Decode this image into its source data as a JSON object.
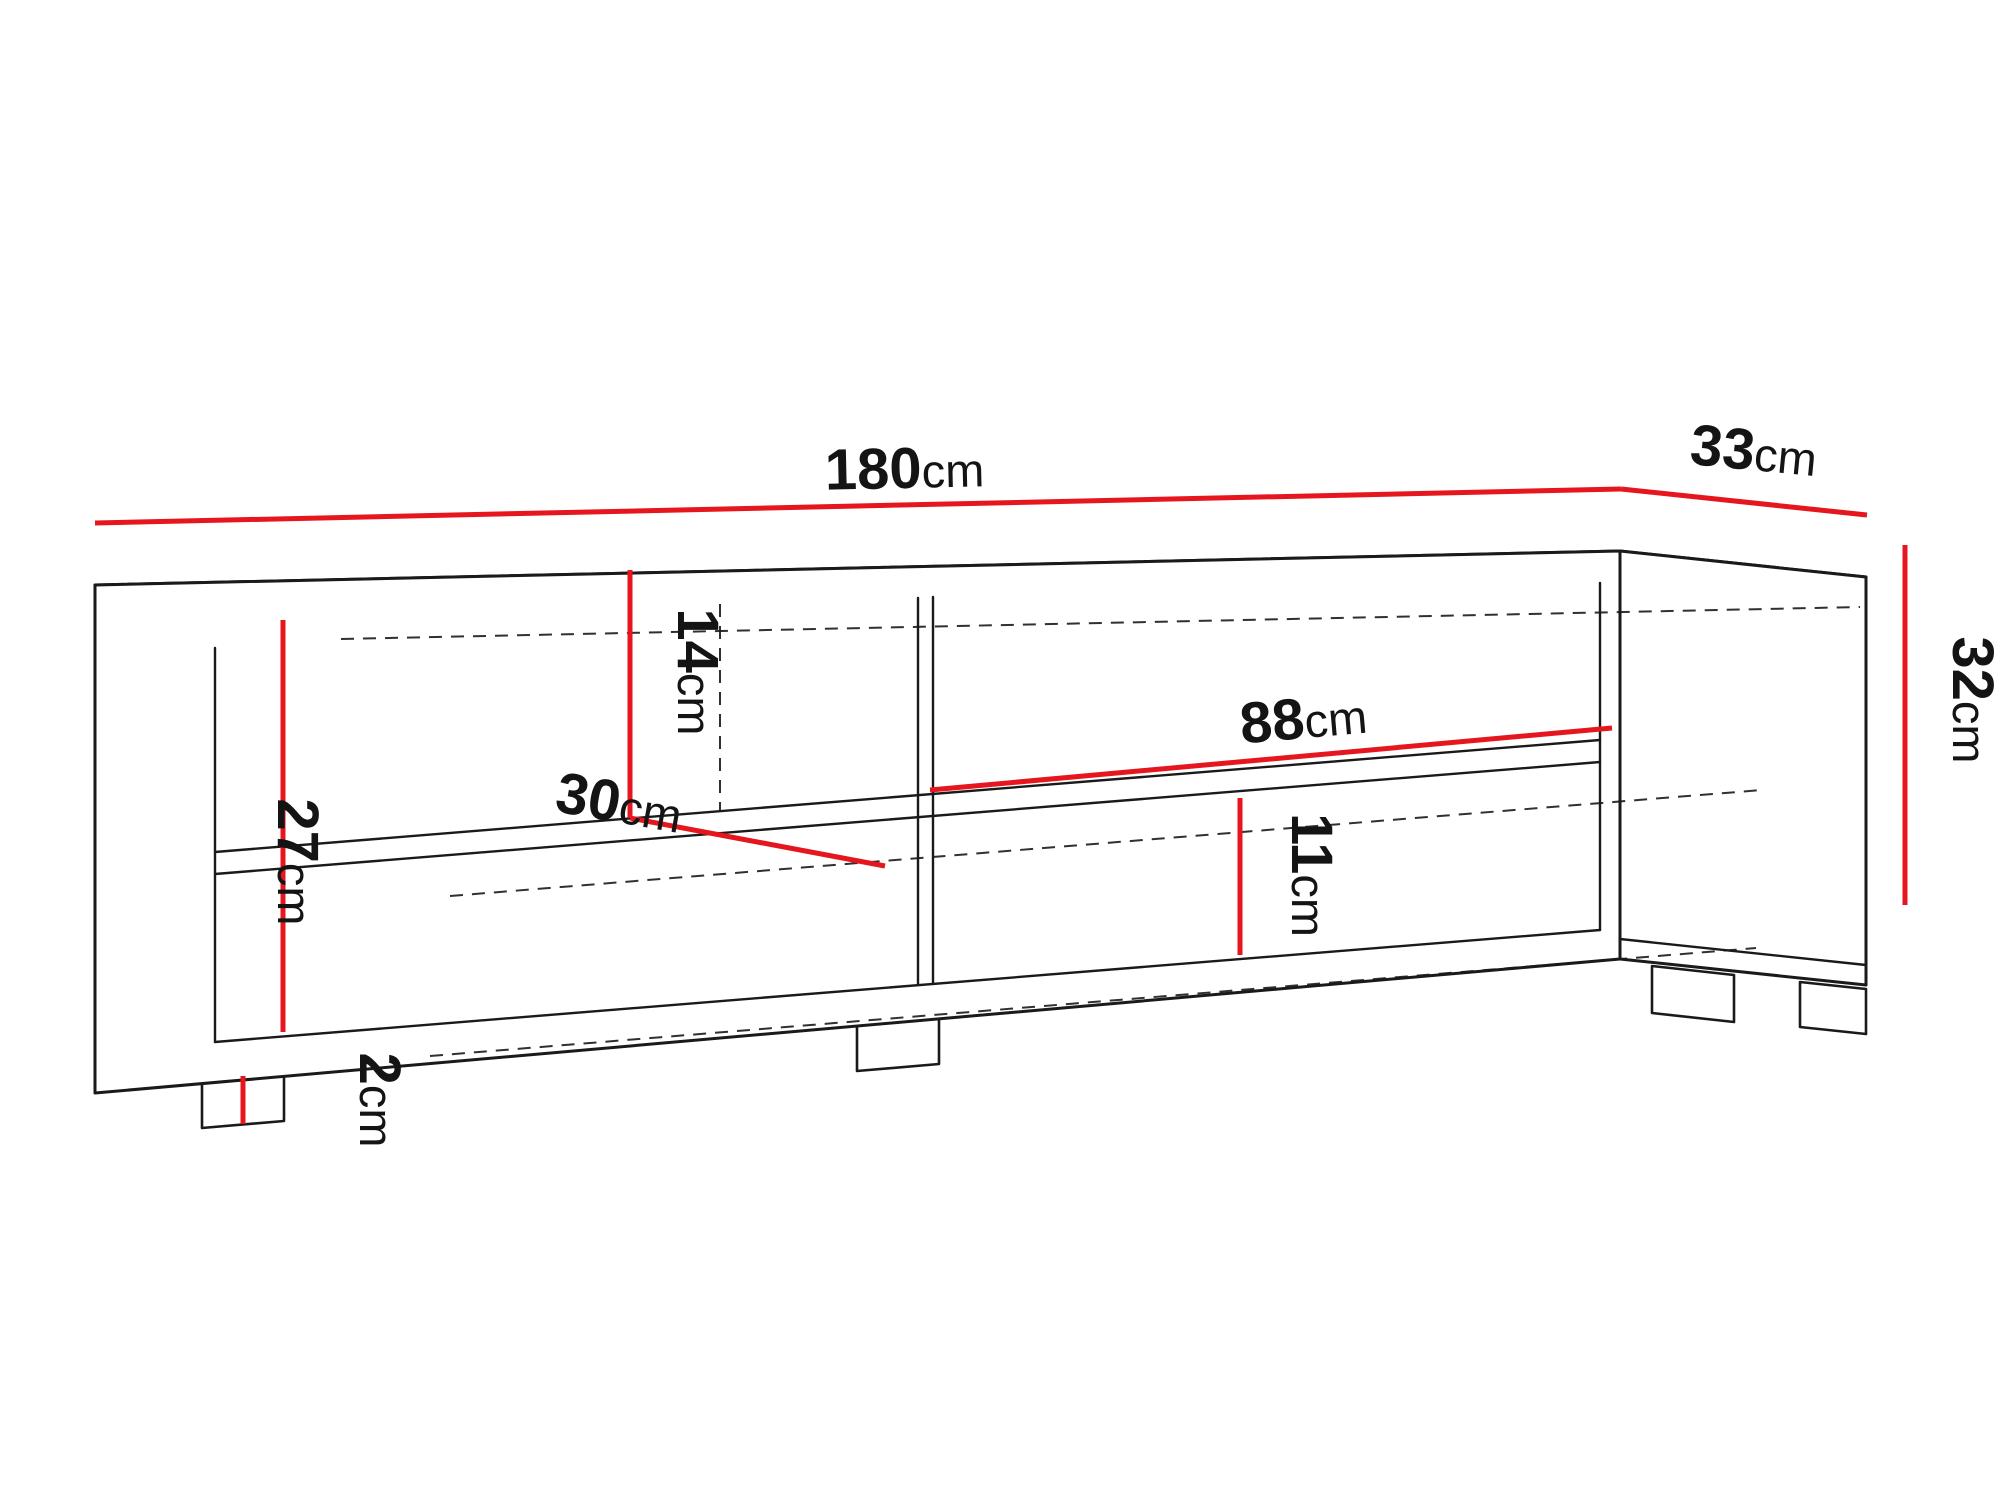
{
  "diagram": {
    "type": "furniture-dimension-drawing",
    "subject": "TV stand lowboard perspective drawing with dimension lines",
    "colors": {
      "dimension_line": "#e5161d",
      "outline": "#1a1a1a",
      "background": "#ffffff"
    },
    "dimensions": {
      "width": {
        "value": "180",
        "unit": "cm"
      },
      "depth": {
        "value": "33",
        "unit": "cm"
      },
      "height": {
        "value": "32",
        "unit": "cm"
      },
      "upper_compartment": {
        "value": "14",
        "unit": "cm"
      },
      "left_interior": {
        "value": "27",
        "unit": "cm"
      },
      "shelf_depth": {
        "value": "30",
        "unit": "cm"
      },
      "right_compartment": {
        "value": "88",
        "unit": "cm"
      },
      "lower_gap": {
        "value": "11",
        "unit": "cm"
      },
      "foot_height": {
        "value": "2",
        "unit": "cm"
      }
    }
  }
}
